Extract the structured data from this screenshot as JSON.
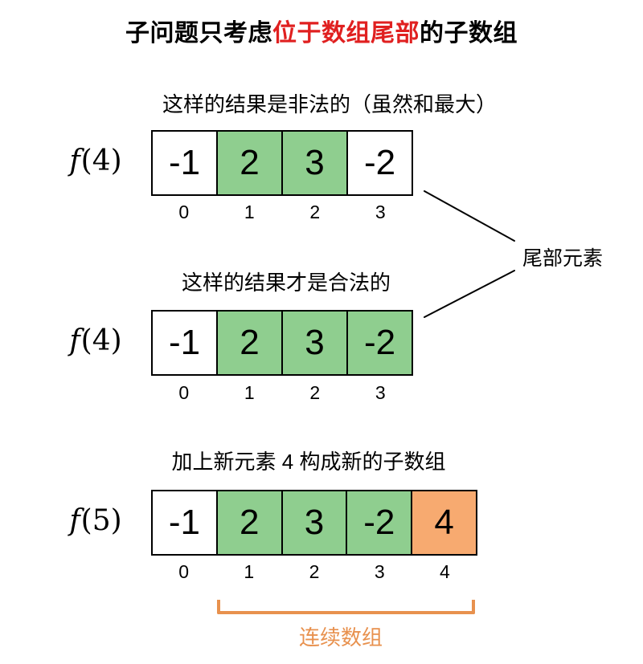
{
  "title": {
    "prefix": "子问题只考虑",
    "highlight": "位于数组尾部",
    "suffix": "的子数组"
  },
  "colors": {
    "highlight_red": "#e02020",
    "cell_green": "#8fce8f",
    "cell_orange": "#f7aa70",
    "bracket_orange": "#e8914e",
    "line_black": "#000000"
  },
  "sections": [
    {
      "caption": "这样的结果是非法的（虽然和最大）",
      "fn_label": {
        "name": "f",
        "arg": "(4)"
      },
      "cells": [
        {
          "value": "-1",
          "fill": "white"
        },
        {
          "value": "2",
          "fill": "green"
        },
        {
          "value": "3",
          "fill": "green"
        },
        {
          "value": "-2",
          "fill": "white"
        }
      ],
      "indices": [
        "0",
        "1",
        "2",
        "3"
      ]
    },
    {
      "caption": "这样的结果才是合法的",
      "fn_label": {
        "name": "f",
        "arg": "(4)"
      },
      "cells": [
        {
          "value": "-1",
          "fill": "white"
        },
        {
          "value": "2",
          "fill": "green"
        },
        {
          "value": "3",
          "fill": "green"
        },
        {
          "value": "-2",
          "fill": "green"
        }
      ],
      "indices": [
        "0",
        "1",
        "2",
        "3"
      ]
    },
    {
      "caption": "加上新元素 4 构成新的子数组",
      "fn_label": {
        "name": "f",
        "arg": "(5)"
      },
      "cells": [
        {
          "value": "-1",
          "fill": "white"
        },
        {
          "value": "2",
          "fill": "green"
        },
        {
          "value": "3",
          "fill": "green"
        },
        {
          "value": "-2",
          "fill": "green"
        },
        {
          "value": "4",
          "fill": "orange"
        }
      ],
      "indices": [
        "0",
        "1",
        "2",
        "3",
        "4"
      ]
    }
  ],
  "annotations": {
    "tail_element_label": "尾部元素",
    "contiguous_array_label": "连续数组"
  }
}
